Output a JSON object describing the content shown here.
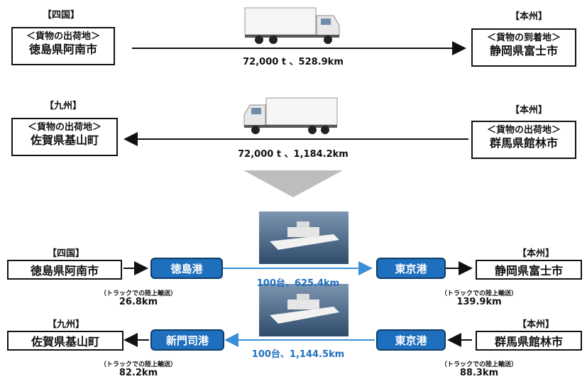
{
  "top_route": {
    "origin_region": "【四国】",
    "origin_label": "＜貨物の出荷地＞",
    "origin_place": "徳島県阿南市",
    "dest_region": "【本州】",
    "dest_label": "＜貨物の到着地＞",
    "dest_place": "静岡県富士市",
    "volume_distance": "72,000 t 、528.9km"
  },
  "second_route": {
    "dest_region": "【九州】",
    "dest_label": "＜貨物の出荷地＞",
    "dest_place": "佐賀県基山町",
    "origin_region": "【本州】",
    "origin_label": "＜貨物の出荷地＞",
    "origin_place": "群馬県館林市",
    "volume_distance": "72,000 t 、1,184.2km"
  },
  "ship_route_1": {
    "origin_region": "【四国】",
    "origin_place": "徳島県阿南市",
    "port_a": "徳島港",
    "port_b": "東京港",
    "dest_region": "【本州】",
    "dest_place": "静岡県富士市",
    "sea_label": "100台、625.4km",
    "land_note_left": "（トラックでの陸上輸送）",
    "land_dist_left": "26.8km",
    "land_note_right": "（トラックでの陸上輸送）",
    "land_dist_right": "139.9km"
  },
  "ship_route_2": {
    "dest_region": "【九州】",
    "dest_place": "佐賀県基山町",
    "port_a": "新門司港",
    "port_b": "東京港",
    "origin_region": "【本州】",
    "origin_place": "群馬県館林市",
    "sea_label": "100台、1,144.5km",
    "land_note_left": "（トラックでの陸上輸送）",
    "land_dist_left": "82.2km",
    "land_note_right": "（トラックでの陸上輸送）",
    "land_dist_right": "88.3km"
  },
  "colors": {
    "port_blue": "#1f6fbf",
    "sea_arrow": "#3a8fd6",
    "transition_arrow": "#bdbdbd"
  }
}
